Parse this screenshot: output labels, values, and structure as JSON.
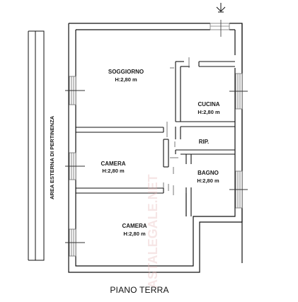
{
  "floor_title": "PIANO TERRA",
  "watermark": "ASTALEGALE.NET",
  "exterior_area_label": "AREA ESTERNA DI PERTINENZA",
  "rooms": {
    "soggiorno": {
      "name": "SOGGIORNO",
      "height": "H:2,80 m"
    },
    "cucina": {
      "name": "CUCINA",
      "height": "H:2,80 m"
    },
    "rip": {
      "name": "RIP."
    },
    "camera_1": {
      "name": "CAMERA",
      "height": "H:2,80 m"
    },
    "bagno": {
      "name": "BAGNO",
      "height": "H:2,80 m"
    },
    "camera_2": {
      "name": "CAMERA",
      "height": "H:2,80 m"
    }
  },
  "colors": {
    "wall": "#111111",
    "window": "#777777",
    "watermark": "#e8b8b8"
  },
  "icons": {
    "entrance": "entrance-arrow-icon"
  }
}
